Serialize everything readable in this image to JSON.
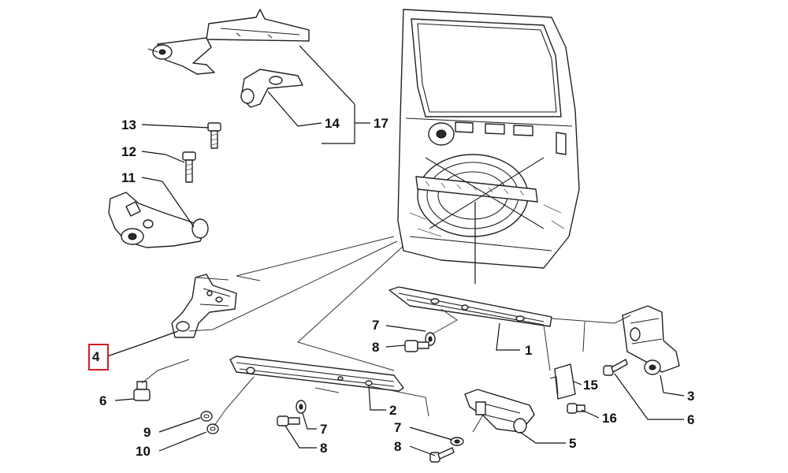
{
  "diagram": {
    "highlight_color": "#d01f1f",
    "callouts": [
      {
        "id": "c17",
        "label": "17"
      },
      {
        "id": "c14",
        "label": "14"
      },
      {
        "id": "c13",
        "label": "13"
      },
      {
        "id": "c12",
        "label": "12"
      },
      {
        "id": "c11",
        "label": "11"
      },
      {
        "id": "c4",
        "label": "4",
        "highlighted": true
      },
      {
        "id": "c6a",
        "label": "6"
      },
      {
        "id": "c9",
        "label": "9"
      },
      {
        "id": "c10",
        "label": "10"
      },
      {
        "id": "c7a",
        "label": "7"
      },
      {
        "id": "c8a",
        "label": "8"
      },
      {
        "id": "c1",
        "label": "1"
      },
      {
        "id": "c2",
        "label": "2"
      },
      {
        "id": "c7b",
        "label": "7"
      },
      {
        "id": "c8b",
        "label": "8"
      },
      {
        "id": "c7c",
        "label": "7"
      },
      {
        "id": "c8c",
        "label": "8"
      },
      {
        "id": "c5",
        "label": "5"
      },
      {
        "id": "c15",
        "label": "15"
      },
      {
        "id": "c16",
        "label": "16"
      },
      {
        "id": "c3",
        "label": "3"
      },
      {
        "id": "c6b",
        "label": "6"
      }
    ]
  }
}
